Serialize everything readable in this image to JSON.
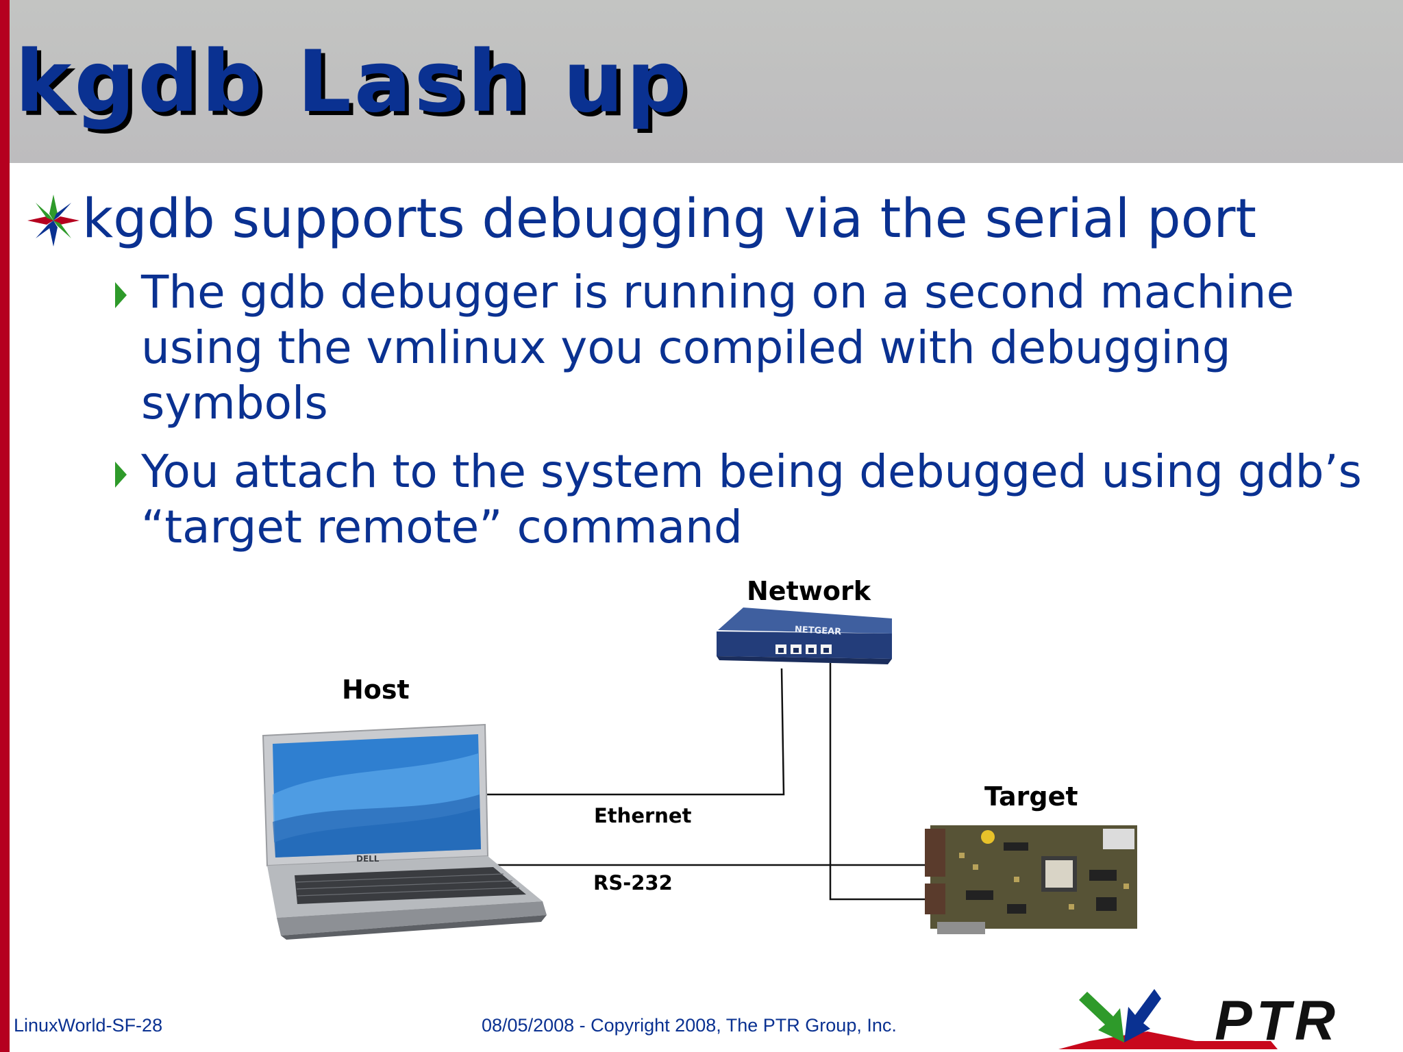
{
  "slide": {
    "title": "kgdb Lash up",
    "bullet": "kgdb supports debugging via the serial port",
    "sub_bullets": [
      "The gdb debugger is running on a second machine using the vmlinux you compiled with debugging symbols",
      "You attach to the system being debugged using gdb’s “target remote” command"
    ]
  },
  "diagram": {
    "network_label": "Network",
    "host_label": "Host",
    "target_label": "Target",
    "ethernet_label": "Ethernet",
    "rs232_label": "RS-232",
    "switch_brand": "NETGEAR",
    "laptop_brand": "DELL"
  },
  "footer": {
    "left": "LinuxWorld-SF-28",
    "center": "08/05/2008 - Copyright 2008, The PTR Group, Inc.",
    "logo_text": "PTR"
  },
  "colors": {
    "accent_red": "#b5001f",
    "title_blue": "#0a3191",
    "bullet_green": "#2e9a2a"
  }
}
